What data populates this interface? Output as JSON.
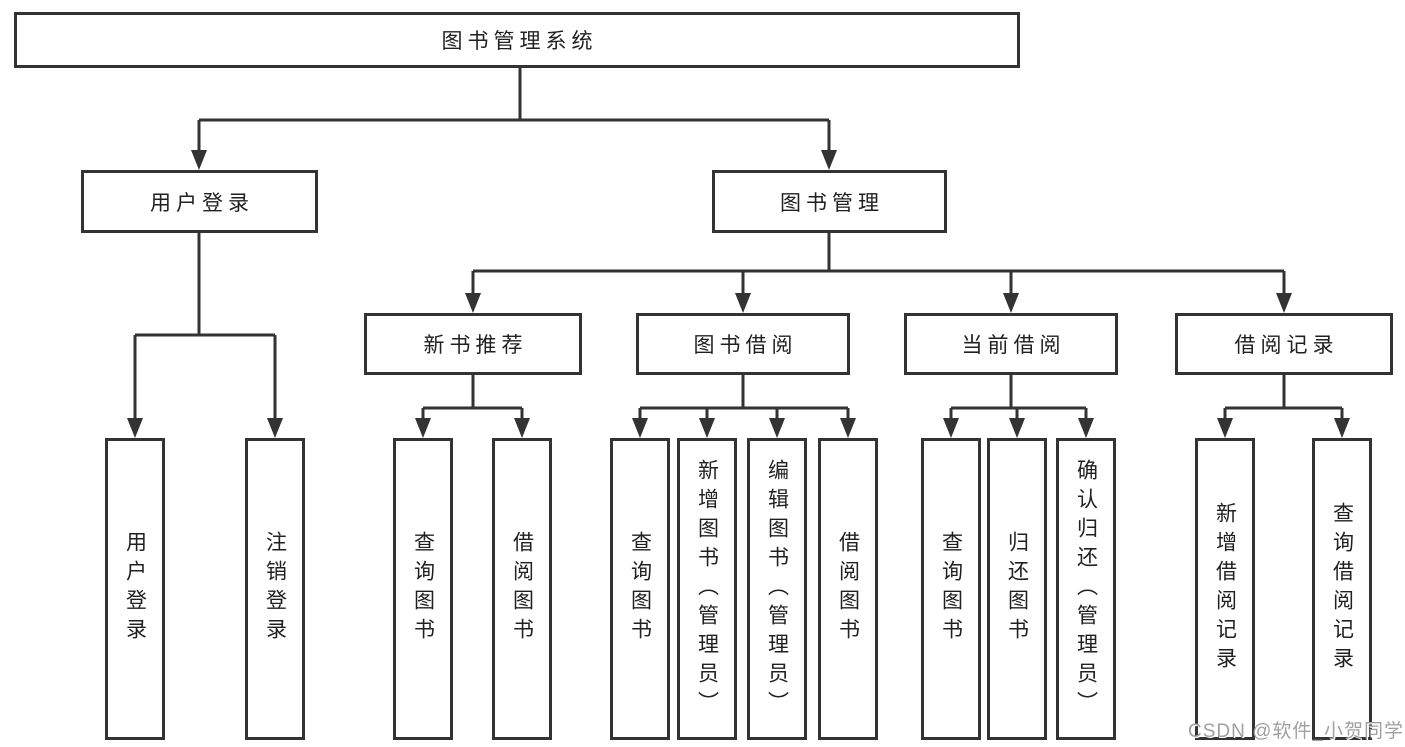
{
  "diagram": {
    "root_label": "图书管理系统",
    "nodes": {
      "user_login": "用户登录",
      "book_management": "图书管理",
      "new_book_recommend": "新书推荐",
      "book_borrow": "图书借阅",
      "current_borrow": "当前借阅",
      "borrow_records": "借阅记录",
      "leaf_user_login": "用户登录",
      "leaf_logout": "注销登录",
      "leaf_query_book_recommend": "查询图书",
      "leaf_borrow_book_recommend": "借阅图书",
      "leaf_query_book_borrow": "查询图书",
      "leaf_add_book_admin": "新增图书（管理员）",
      "leaf_edit_book_admin": "编辑图书（管理员）",
      "leaf_borrow_book_borrow": "借阅图书",
      "leaf_query_book_current": "查询图书",
      "leaf_return_book": "归还图书",
      "leaf_confirm_return_admin": "确认归还（管理员）",
      "leaf_add_borrow_record": "新增借阅记录",
      "leaf_query_borrow_record": "查询借阅记录"
    }
  },
  "watermark": "CSDN @软件_小贺同学",
  "colors": {
    "line": "#333333",
    "text": "#212121",
    "background": "#ffffff",
    "watermark": "#a0a0a0"
  }
}
